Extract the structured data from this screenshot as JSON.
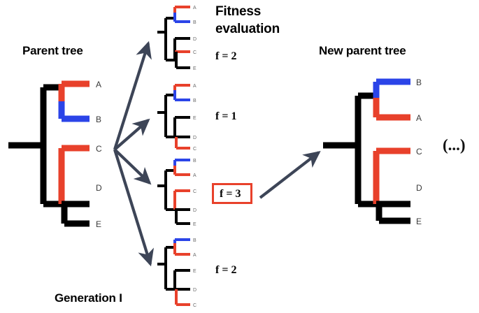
{
  "headings": {
    "parent_tree": "Parent tree",
    "fitness_line1": "Fitness",
    "fitness_line2": "evaluation",
    "new_parent_tree": "New parent tree",
    "generation": "Generation I",
    "ellipsis": "(...)"
  },
  "colors": {
    "red": "#E8412B",
    "blue": "#2B44E8",
    "black": "#000000",
    "arrow": "#3D4557",
    "highlight_box": "#E8412B",
    "label": "#4a4a4a",
    "background": "#ffffff"
  },
  "fitness_scores": [
    {
      "id": "f-1",
      "label": "f = 2",
      "value": 2,
      "selected": false
    },
    {
      "id": "f-2",
      "label": "f = 1",
      "value": 1,
      "selected": false
    },
    {
      "id": "f-3",
      "label": "f = 3",
      "value": 3,
      "selected": true
    },
    {
      "id": "f-4",
      "label": "f = 2",
      "value": 2,
      "selected": false
    }
  ],
  "parent_tree": {
    "name": "Parent tree",
    "tips": [
      {
        "label": "A",
        "color": "red"
      },
      {
        "label": "B",
        "color": "blue"
      },
      {
        "label": "C",
        "color": "red"
      },
      {
        "label": "D",
        "color": "black"
      },
      {
        "label": "E",
        "color": "black"
      }
    ]
  },
  "offspring_trees": [
    {
      "index": 1,
      "fitness": 2,
      "tips": [
        {
          "label": "A",
          "color": "red"
        },
        {
          "label": "B",
          "color": "blue"
        },
        {
          "label": "D",
          "color": "black"
        },
        {
          "label": "C",
          "color": "red"
        },
        {
          "label": "E",
          "color": "black"
        }
      ]
    },
    {
      "index": 2,
      "fitness": 1,
      "tips": [
        {
          "label": "A",
          "color": "red"
        },
        {
          "label": "B",
          "color": "blue"
        },
        {
          "label": "E",
          "color": "black"
        },
        {
          "label": "D",
          "color": "black"
        },
        {
          "label": "C",
          "color": "red"
        }
      ]
    },
    {
      "index": 3,
      "fitness": 3,
      "selected": true,
      "tips": [
        {
          "label": "B",
          "color": "blue"
        },
        {
          "label": "A",
          "color": "red"
        },
        {
          "label": "C",
          "color": "red"
        },
        {
          "label": "D",
          "color": "black"
        },
        {
          "label": "E",
          "color": "black"
        }
      ]
    },
    {
      "index": 4,
      "fitness": 2,
      "tips": [
        {
          "label": "B",
          "color": "blue"
        },
        {
          "label": "A",
          "color": "red"
        },
        {
          "label": "E",
          "color": "black"
        },
        {
          "label": "D",
          "color": "black"
        },
        {
          "label": "C",
          "color": "red"
        }
      ]
    }
  ],
  "new_parent_tree": {
    "name": "New parent tree",
    "tips": [
      {
        "label": "B",
        "color": "blue"
      },
      {
        "label": "A",
        "color": "red"
      },
      {
        "label": "C",
        "color": "red"
      },
      {
        "label": "D",
        "color": "black"
      },
      {
        "label": "E",
        "color": "black"
      }
    ]
  },
  "arrows": {
    "fan_count": 4,
    "selection_arrow_count": 1
  }
}
